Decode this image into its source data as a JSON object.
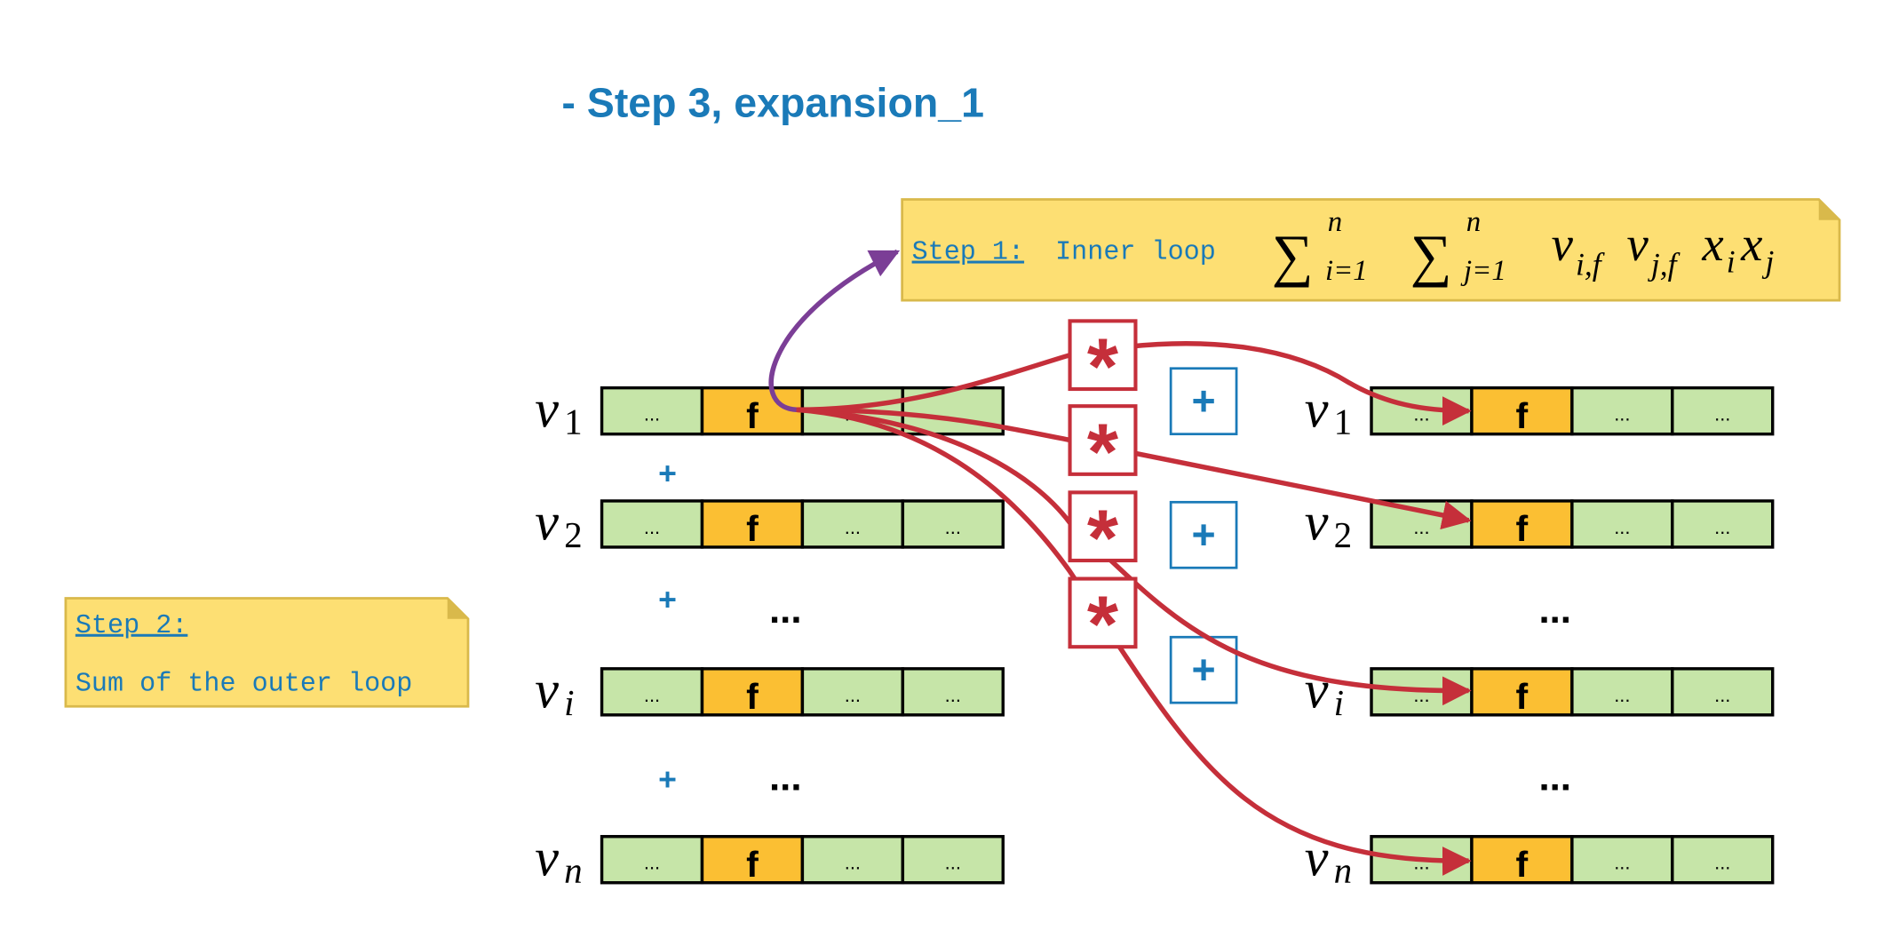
{
  "title": "- Step 3, expansion_1",
  "note_inner": {
    "label": "Step 1:",
    "text": "Inner loop"
  },
  "formula": {
    "sum": "∑",
    "sub1": "i=1",
    "sub2": "j=1",
    "sup": "n",
    "v": "v",
    "vsub1": "i,f",
    "vsub2": "j,f",
    "x": "x",
    "xsub1": "i",
    "xsub2": "j"
  },
  "note_outer": {
    "label": "Step 2:",
    "text": "Sum of the outer loop"
  },
  "left_rows": [
    {
      "var": "v",
      "sub": "1",
      "cells": [
        "...",
        "f",
        "...",
        "..."
      ]
    },
    {
      "var": "v",
      "sub": "2",
      "cells": [
        "...",
        "f",
        "...",
        "..."
      ]
    },
    {
      "var": "v",
      "sub": "i",
      "cells": [
        "...",
        "f",
        "...",
        "..."
      ]
    },
    {
      "var": "v",
      "sub": "n",
      "cells": [
        "...",
        "f",
        "...",
        "..."
      ]
    }
  ],
  "right_rows": [
    {
      "var": "v",
      "sub": "1",
      "cells": [
        "...",
        "f",
        "...",
        "..."
      ]
    },
    {
      "var": "v",
      "sub": "2",
      "cells": [
        "...",
        "f",
        "...",
        "..."
      ]
    },
    {
      "var": "v",
      "sub": "i",
      "cells": [
        "...",
        "f",
        "...",
        "..."
      ]
    },
    {
      "var": "v",
      "sub": "n",
      "cells": [
        "...",
        "f",
        "...",
        "..."
      ]
    }
  ],
  "plus": "+",
  "ellipsis": "...",
  "multiply": "*",
  "colors": {
    "cell_green": "#c6e5a8",
    "cell_orange": "#fbbf33",
    "note_yellow": "#fddf73",
    "blue": "#1a7ab8",
    "red": "#c52f3a",
    "purple": "#7b3e96"
  }
}
